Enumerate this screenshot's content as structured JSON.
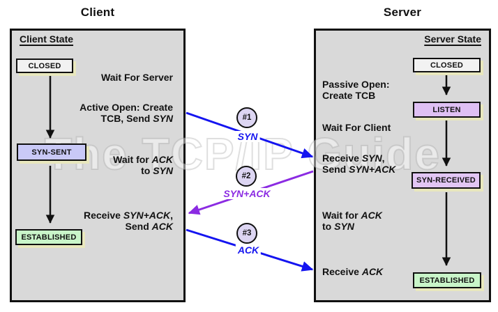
{
  "watermark": "The TCP/IP Guide",
  "colors": {
    "blue": "#1414f0",
    "purple": "#8b2be2",
    "black": "#101010",
    "panel_bg": "#d9d9d9",
    "box_shadow": "#e8e7bd",
    "fill_closed": "#f2f2f2",
    "fill_syn_sent": "#c9c9f7",
    "fill_listen": "#dfc0f4",
    "fill_syn_received": "#e2c6f4",
    "fill_established": "#c9f5c9",
    "fill_circle": "#ddd6f3"
  },
  "client": {
    "title": "Client",
    "header": "Client State",
    "states": {
      "closed": "CLOSED",
      "syn_sent": "SYN-SENT",
      "established": "ESTABLISHED"
    },
    "notes": {
      "wait_server": [
        [
          [
            "Wait For Server",
            ""
          ]
        ]
      ],
      "active_open": [
        [
          [
            "Active Open: Create",
            ""
          ]
        ],
        [
          [
            "TCB, Send ",
            ""
          ],
          [
            "SYN",
            "i"
          ]
        ]
      ],
      "wait_ack": [
        [
          [
            "Wait for ",
            ""
          ],
          [
            "ACK",
            "i"
          ]
        ],
        [
          [
            "to ",
            ""
          ],
          [
            "SYN",
            "i"
          ]
        ]
      ],
      "receive_synack": [
        [
          [
            "Receive ",
            ""
          ],
          [
            "SYN+ACK",
            "i"
          ],
          [
            ",",
            ""
          ]
        ],
        [
          [
            "Send ",
            ""
          ],
          [
            "ACK",
            "i"
          ]
        ]
      ]
    }
  },
  "server": {
    "title": "Server",
    "header": "Server State",
    "states": {
      "closed": "CLOSED",
      "listen": "LISTEN",
      "syn_received": "SYN-RECEIVED",
      "established": "ESTABLISHED"
    },
    "notes": {
      "passive_open": [
        [
          [
            "Passive Open:",
            ""
          ]
        ],
        [
          [
            "Create TCB",
            ""
          ]
        ]
      ],
      "wait_client": [
        [
          [
            "Wait For Client",
            ""
          ]
        ]
      ],
      "receive_syn": [
        [
          [
            "Receive ",
            ""
          ],
          [
            "SYN",
            "i"
          ],
          [
            ",",
            ""
          ]
        ],
        [
          [
            "Send ",
            ""
          ],
          [
            "SYN+ACK",
            "i"
          ]
        ]
      ],
      "wait_ack": [
        [
          [
            "Wait for ",
            ""
          ],
          [
            "ACK",
            "i"
          ]
        ],
        [
          [
            "to ",
            ""
          ],
          [
            "SYN",
            "i"
          ]
        ]
      ],
      "receive_ack": [
        [
          [
            "Receive ",
            ""
          ],
          [
            "ACK",
            "i"
          ]
        ]
      ]
    }
  },
  "messages": [
    {
      "num": "#1",
      "label": "SYN"
    },
    {
      "num": "#2",
      "label": "SYN+ACK"
    },
    {
      "num": "#3",
      "label": "ACK"
    }
  ]
}
